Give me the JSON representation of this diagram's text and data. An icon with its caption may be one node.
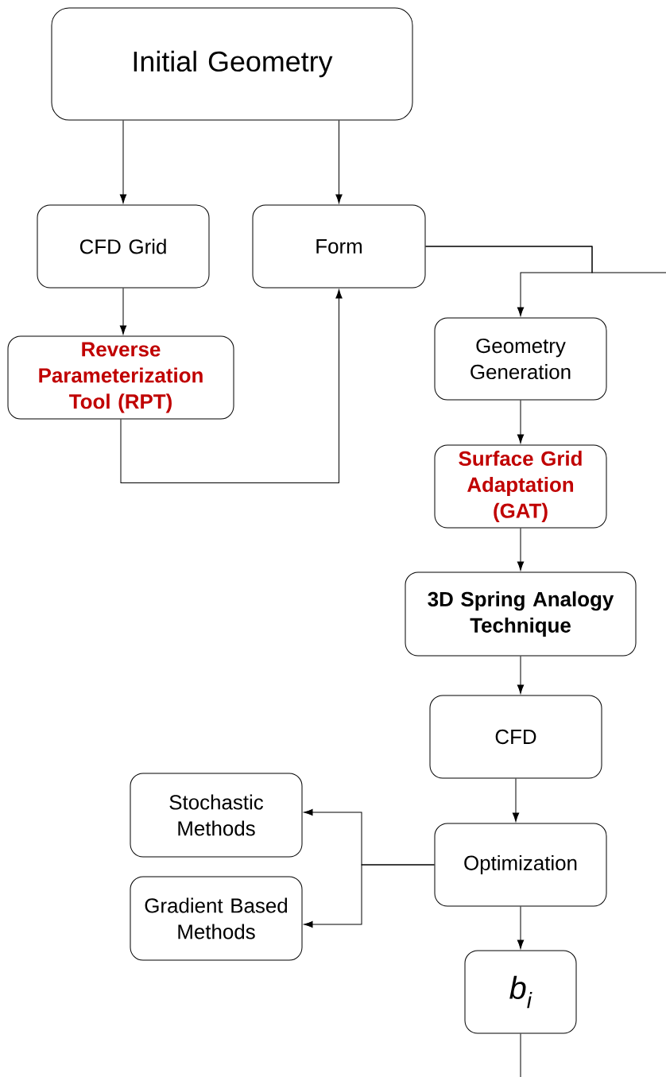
{
  "diagram": {
    "nodes": [
      {
        "text": [
          "Initial Geometry"
        ]
      },
      {
        "text": [
          "CFD Grid"
        ]
      },
      {
        "text": [
          "Form"
        ]
      },
      {
        "text": [
          "Reverse Parameterization Tool (RPT)"
        ]
      },
      {
        "text": [
          "Geometry Generation"
        ]
      },
      {
        "text": [
          "Surface Grid Adaptation (GAT)"
        ]
      },
      {
        "text": [
          "3D Spring Analogy Technique"
        ]
      },
      {
        "text": [
          "CFD"
        ]
      },
      {
        "text": [
          "Stochastic Methods"
        ]
      },
      {
        "text": [
          "Gradient Based Methods"
        ]
      },
      {
        "text": [
          "Optimization"
        ]
      },
      {
        "text": [
          "b$_{i}$"
        ]
      }
    ],
    "edges": [
      {
        "from": 0,
        "to": 1,
        "arrow": "to"
      },
      {
        "from": 0,
        "to": 2,
        "arrow": "to"
      },
      {
        "from": 1,
        "to": 3,
        "arrow": "to"
      },
      {
        "from": 3,
        "to": 2,
        "arrow": "to"
      },
      {
        "from": 2,
        "to": 4,
        "arrow": "to"
      },
      {
        "from": 2,
        "to": null,
        "arrow": "none"
      },
      {
        "from": 4,
        "to": 5,
        "arrow": "to"
      },
      {
        "from": 5,
        "to": 6,
        "arrow": "to"
      },
      {
        "from": 6,
        "to": 7,
        "arrow": "to"
      },
      {
        "from": 7,
        "to": 10,
        "arrow": "to"
      },
      {
        "from": 10,
        "to": 8,
        "arrow": "to"
      },
      {
        "from": 10,
        "to": 9,
        "arrow": "to"
      },
      {
        "from": 10,
        "to": 11,
        "arrow": "to"
      },
      {
        "from": 11,
        "to": null,
        "arrow": "none"
      }
    ]
  }
}
